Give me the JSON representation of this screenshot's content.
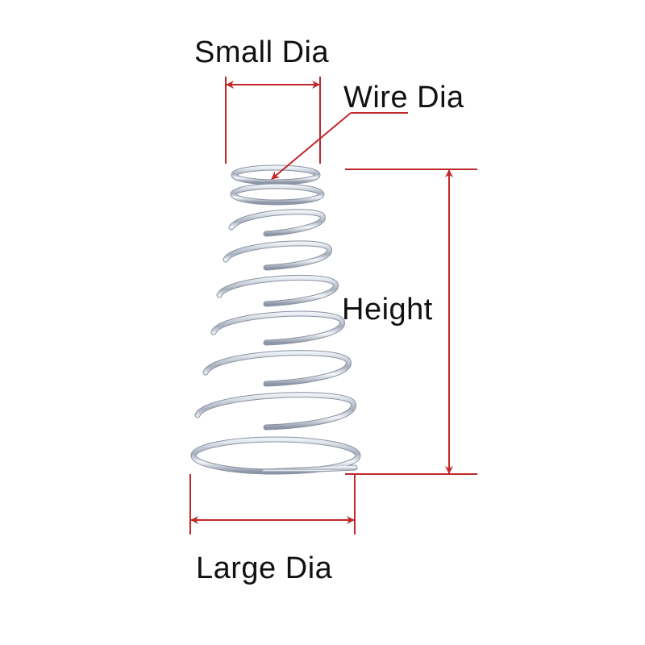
{
  "diagram": {
    "subject": "Conical compression spring",
    "labels": {
      "small_dia": "Small Dia",
      "wire_dia": "Wire Dia",
      "height": "Height",
      "large_dia": "Large Dia"
    },
    "colors": {
      "dimension_line": "#c0282a",
      "label_text": "#111111",
      "spring_metal": "#b9c0cc",
      "background": "#ffffff"
    }
  }
}
